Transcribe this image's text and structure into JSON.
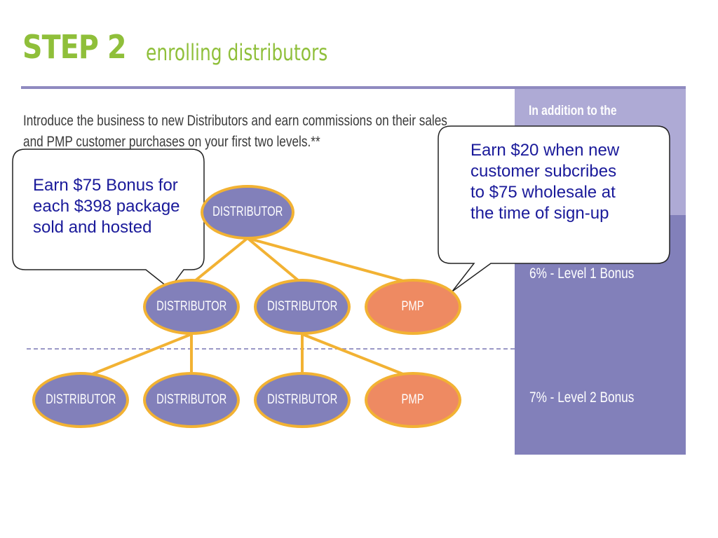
{
  "title": {
    "step": "STEP 2",
    "subtitle": "enrolling distributors"
  },
  "intro": "Introduce the business to new Distributors and earn commissions on their sales and PMP customer purchases on your first two levels.**",
  "side_panel": {
    "heading": "In addition to the",
    "level1": "6% - Level 1 Bonus",
    "level2": "7% - Level 2 Bonus"
  },
  "tree": {
    "root": "DISTRIBUTOR",
    "level1": [
      "DISTRIBUTOR",
      "DISTRIBUTOR",
      "PMP"
    ],
    "level2": [
      "DISTRIBUTOR",
      "DISTRIBUTOR",
      "DISTRIBUTOR",
      "PMP"
    ]
  },
  "callouts": {
    "left": "Earn $75 Bonus for each $398 package sold and hosted",
    "right": "Earn $20 when new customer subcribes to $75 wholesale at the time of sign-up"
  },
  "colors": {
    "title_green": "#8fbf3a",
    "distributor_fill": "#8280ba",
    "pmp_fill": "#ee8a62",
    "connector": "#f2b233",
    "callout_text": "#1a1a9a"
  }
}
